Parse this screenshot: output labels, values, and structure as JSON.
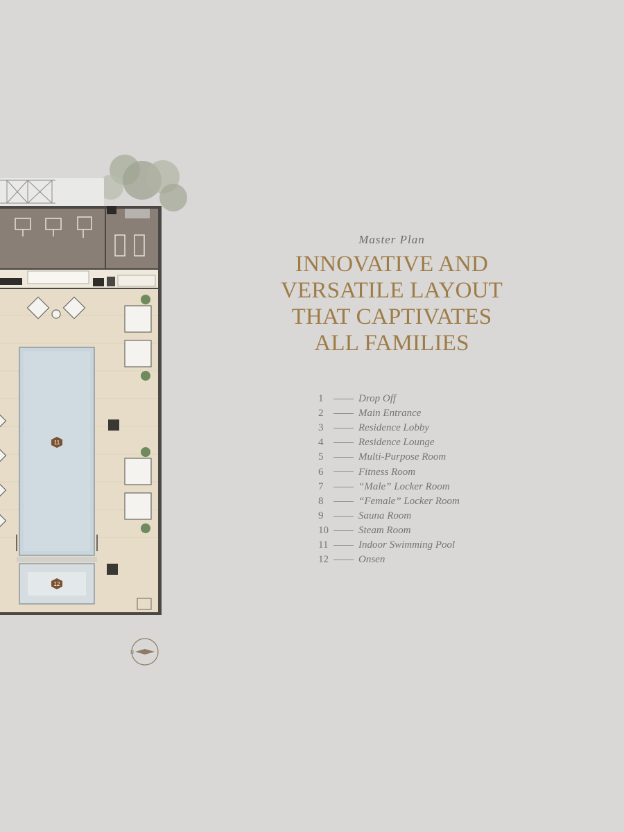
{
  "header": {
    "subtitle": "Master Plan",
    "title_lines": [
      "INNOVATIVE AND",
      "VERSATILE LAYOUT",
      "THAT CAPTIVATES",
      "ALL FAMILIES"
    ]
  },
  "legend": [
    {
      "num": "1",
      "name": "Drop Off"
    },
    {
      "num": "2",
      "name": "Main Entrance"
    },
    {
      "num": "3",
      "name": "Residence Lobby"
    },
    {
      "num": "4",
      "name": "Residence Lounge"
    },
    {
      "num": "5",
      "name": "Multi-Purpose Room"
    },
    {
      "num": "6",
      "name": "Fitness Room"
    },
    {
      "num": "7",
      "name": "“Male” Locker Room"
    },
    {
      "num": "8",
      "name": "“Female” Locker Room"
    },
    {
      "num": "9",
      "name": "Sauna Room"
    },
    {
      "num": "10",
      "name": "Steam Room"
    },
    {
      "num": "11",
      "name": "Indoor Swimming Pool"
    },
    {
      "num": "12",
      "name": "Onsen"
    }
  ],
  "plan": {
    "markers": [
      "11",
      "12"
    ],
    "compass_label": "N"
  },
  "colors": {
    "background": "#d9d8d6",
    "headline": "#9e7c47",
    "marker": "#7a5230",
    "pool": "#c9d5dc",
    "deck": "#e7dcc7",
    "wall": "#4a4744"
  }
}
